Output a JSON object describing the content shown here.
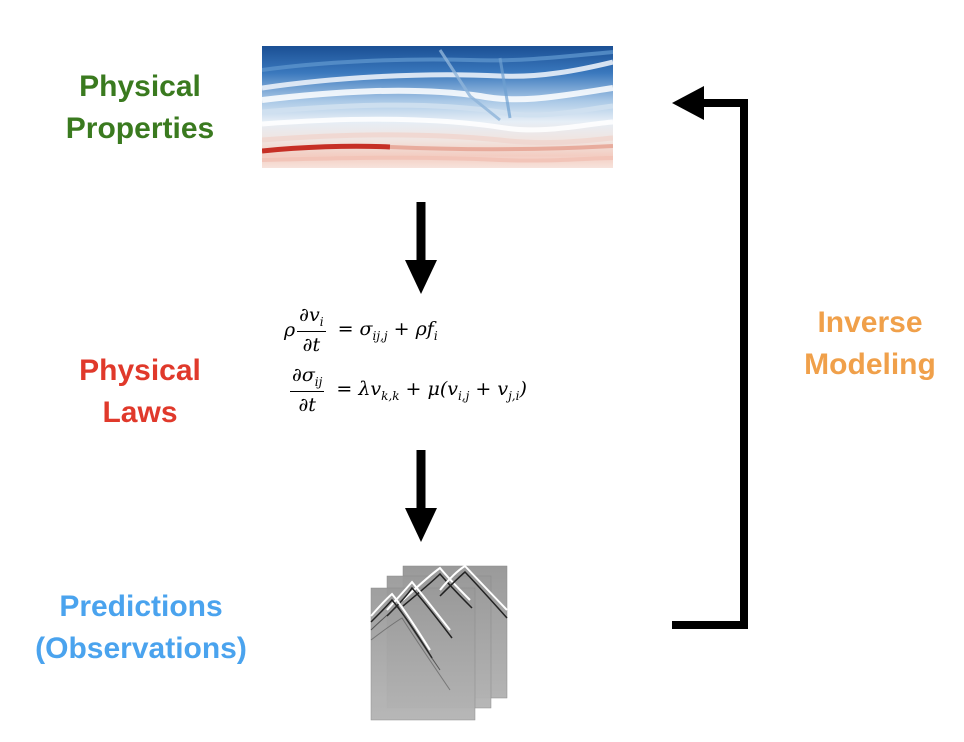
{
  "labels": {
    "physical_properties": [
      "Physical",
      "Properties"
    ],
    "physical_laws": [
      "Physical",
      "Laws"
    ],
    "predictions": [
      "Predictions",
      "(Observations)"
    ],
    "inverse_modeling": [
      "Inverse",
      "Modeling"
    ]
  },
  "equations": {
    "eq1": {
      "lhs_coef": "ρ",
      "num": "∂v",
      "num_sub": "i",
      "den": "∂t",
      "rhs": "= σ",
      "rhs_sub1": "ij,j",
      "rhs_mid": " + ρf",
      "rhs_sub2": "i"
    },
    "eq2": {
      "num": "∂σ",
      "num_sub": "ij",
      "den": "∂t",
      "rhs_a": "= λv",
      "rhs_sub_a": "k,k",
      "rhs_b": " + μ(v",
      "rhs_sub_b": "i,j",
      "rhs_c": " + v",
      "rhs_sub_c": "j,i",
      "rhs_d": ")"
    }
  },
  "colors": {
    "physical_properties": "#3a7a1f",
    "physical_laws": "#e0392b",
    "predictions": "#4aa3ee",
    "inverse_modeling": "#f0a04a",
    "arrows": "#000000",
    "velocity_deep_blue": "#1f5aa0",
    "velocity_light": "#dfe9f3",
    "velocity_red": "#cc3a2e"
  },
  "icons": {
    "velocity_model": "velocity-model-image",
    "seismograms": "seismogram-stack-image"
  }
}
